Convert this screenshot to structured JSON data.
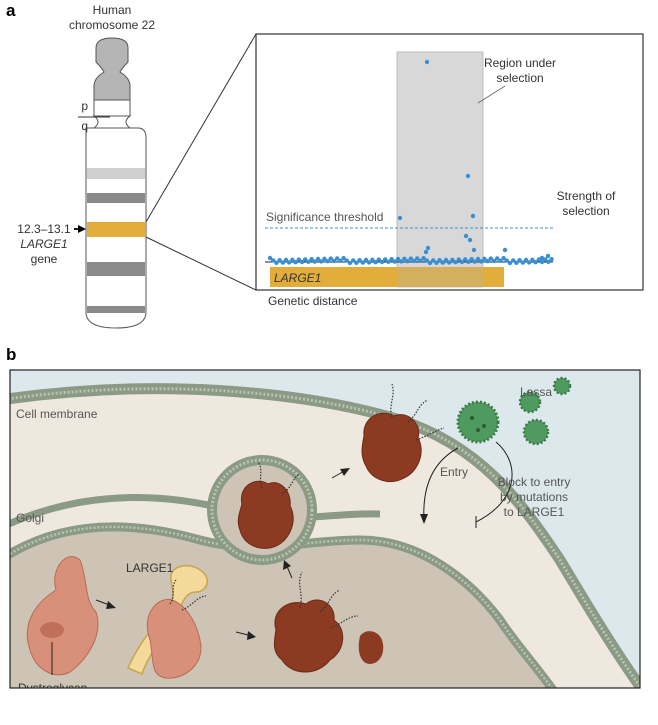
{
  "panel_a": {
    "letter": "a",
    "chromosome_title_line1": "Human",
    "chromosome_title_line2": "chromosome 22",
    "p_arm": "p",
    "q_arm": "q",
    "band_label": "12.3–13.1",
    "gene_name": "LARGE1",
    "gene_suffix": "gene",
    "region_label_line1": "Region under",
    "region_label_line2": "selection",
    "strength_line1": "Strength of",
    "strength_line2": "selection",
    "threshold_label": "Significance threshold",
    "gene_bar_label": "LARGE1",
    "x_axis_label": "Genetic distance",
    "colors": {
      "point": "#3b8fd1",
      "gene": "#e2ad3b",
      "region": "#d4d4d4",
      "threshold": "#3b8fd1"
    }
  },
  "panel_b": {
    "letter": "b",
    "cell_membrane": "Cell membrane",
    "golgi": "Golgi",
    "large1": "LARGE1",
    "dystroglycan": "Dystroglycan",
    "lassa": "Lassa",
    "entry": "Entry",
    "block_line1": "Block to entry",
    "block_line2": "by mutations",
    "block_line3": "to LARGE1",
    "colors": {
      "extracellular": "#dde8ed",
      "cytoplasm": "#efe8de",
      "membrane": "#8a9a84",
      "golgi": "#cdc4b6",
      "protein_light": "#d9907a",
      "protein_dark": "#8c3a22",
      "large1": "#f3d99a",
      "virus": "#4f9b5f"
    }
  }
}
